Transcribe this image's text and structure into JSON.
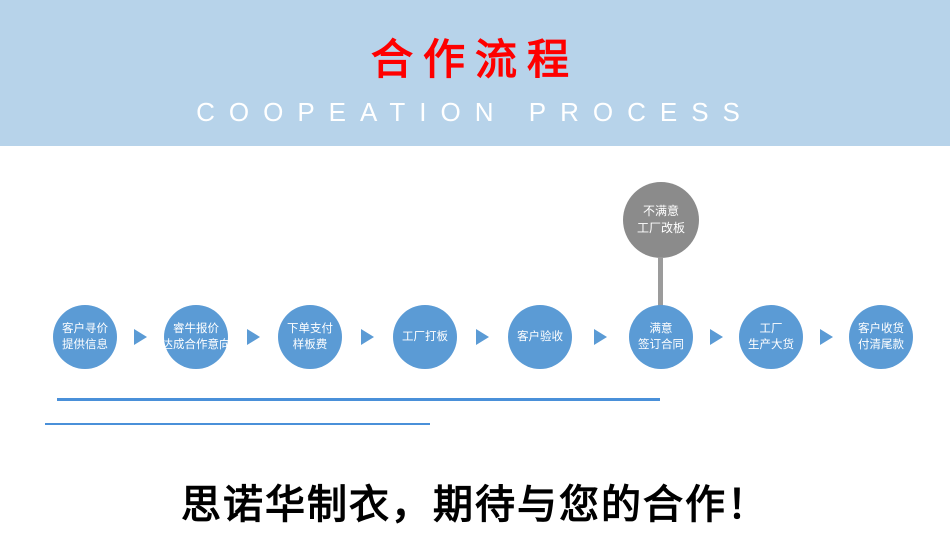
{
  "banner": {
    "title": "合作流程",
    "subtitle": "COOPEATION PROCESS"
  },
  "rework": {
    "line1": "不满意",
    "line2": "工厂改板"
  },
  "steps": [
    {
      "line1": "客户寻价",
      "line2": "提供信息"
    },
    {
      "line1": "睿牛报价",
      "line2": "达成合作意向"
    },
    {
      "line1": "下单支付",
      "line2": "样板费"
    },
    {
      "line1": "工厂打板",
      "line2": ""
    },
    {
      "line1": "客户验收",
      "line2": ""
    },
    {
      "line1": "满意",
      "line2": "签订合同"
    },
    {
      "line1": "工厂",
      "line2": "生产大货"
    },
    {
      "line1": "客户收货",
      "line2": "付清尾款"
    }
  ],
  "slogan": "思诺华制衣，期待与您的合作！",
  "colors": {
    "banner_bg": "#b7d3ea",
    "title_red": "#fe0000",
    "subtitle_white": "#ffffff",
    "circle_blue": "#5b9bd5",
    "circle_gray": "#8b8b8b",
    "line_blue": "#4a90d9"
  }
}
